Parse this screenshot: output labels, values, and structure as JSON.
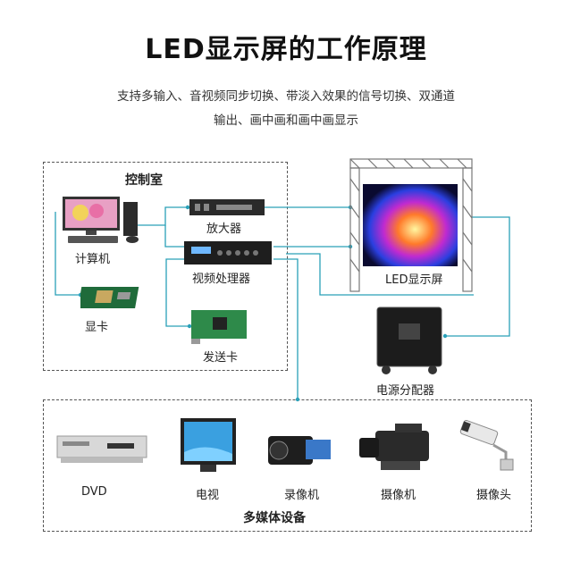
{
  "title": "LED显示屏的工作原理",
  "subtitle": [
    "支持多输入、音视频同步切换、带淡入效果的信号切换、双通道",
    "输出、画中画和画中画显示"
  ],
  "control_room": {
    "title": "控制室",
    "computer": "计算机",
    "graphics_card": "显卡",
    "amplifier": "放大器",
    "video_processor": "视频处理器",
    "sender_card": "发送卡"
  },
  "led_screen": "LED显示屏",
  "power_distributor": "电源分配器",
  "multimedia": {
    "title": "多媒体设备",
    "items": [
      "DVD",
      "电视",
      "录像机",
      "摄像机",
      "摄像头"
    ]
  },
  "colors": {
    "connector": "#2aa0b8",
    "dashed_border": "#555555"
  }
}
